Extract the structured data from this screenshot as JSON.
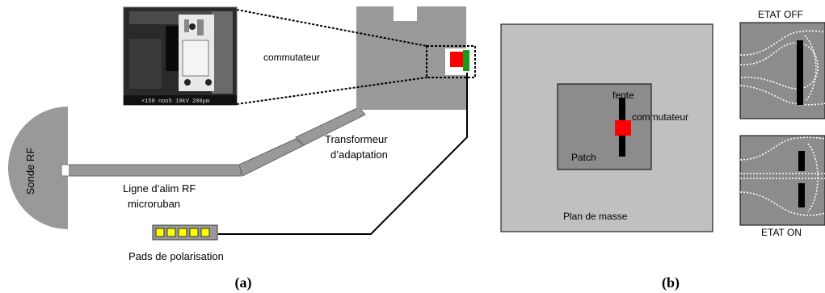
{
  "panel_a": {
    "caption": "(a)",
    "labels": {
      "sonde": "Sonde RF",
      "commutateur": "commutateur",
      "transformer_l1": "Transformeur",
      "transformer_l2": "d’adaptation",
      "line_l1": "Ligne d’alim RF",
      "line_l2": "microruban",
      "pads": "Pads de polarisation"
    },
    "sem_scale_text": "×150   noo5   19kV   200μm"
  },
  "panel_b": {
    "caption": "(b)",
    "labels": {
      "fente": "fente",
      "commutateur": "commutateur",
      "patch": "Patch",
      "ground": "Plan de masse"
    },
    "state_off": "ETAT OFF",
    "state_on": "ETAT ON"
  },
  "colors": {
    "metal": "#999999",
    "ground_plane": "#c0c0c0",
    "patch": "#8c8c8c",
    "switch": "#ff0000",
    "green_pad": "#1a9a1a",
    "pad_yellow": "#ffff00",
    "field_line": "#ffffff"
  }
}
